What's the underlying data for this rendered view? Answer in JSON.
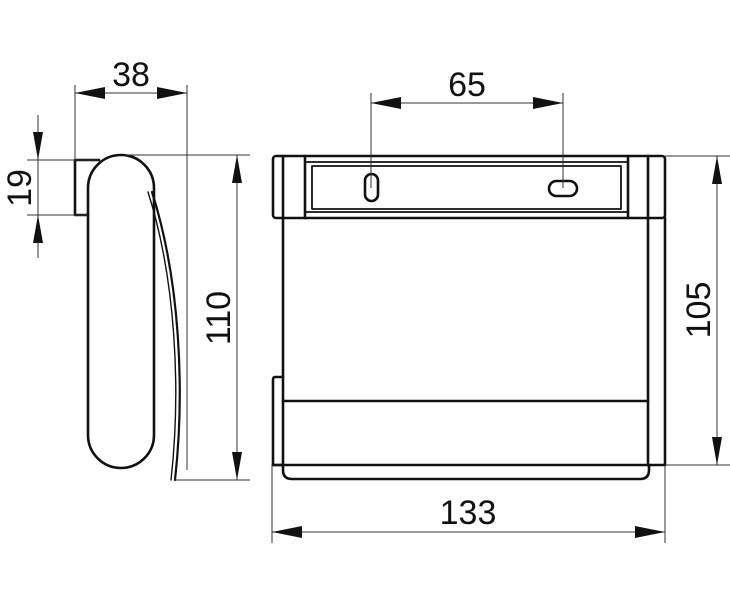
{
  "drawing": {
    "title": "Toilet roll holder dimension drawing",
    "units": "mm",
    "colors": {
      "line": "#111111",
      "background": "#ffffff"
    }
  },
  "side_view": {
    "dimensions": {
      "depth": "38",
      "bracket_height": "19",
      "height": "110"
    }
  },
  "front_view": {
    "dimensions": {
      "hole_spacing": "65",
      "height": "105",
      "width": "133"
    },
    "mounting_slots": [
      {
        "orientation": "vertical"
      },
      {
        "orientation": "horizontal"
      }
    ]
  }
}
